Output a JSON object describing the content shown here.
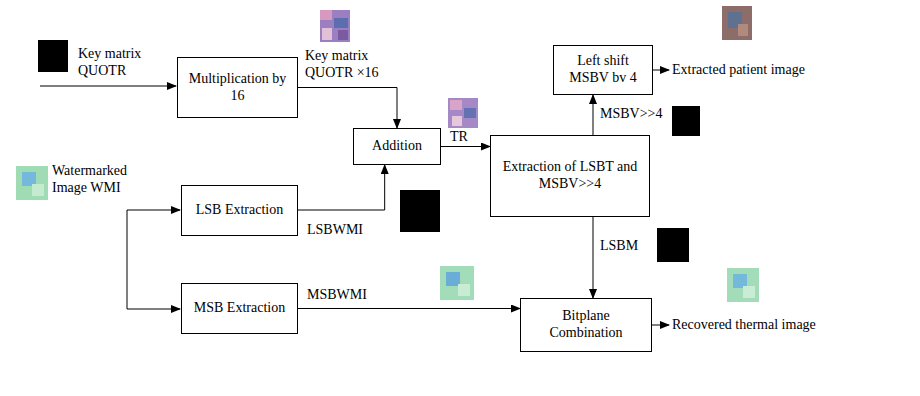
{
  "diagram": {
    "nodes": [
      {
        "text": [
          "Multiplication by 16"
        ]
      },
      {
        "text": [
          "LSB Extraction"
        ]
      },
      {
        "text": [
          "MSB Extraction"
        ]
      },
      {
        "text": [
          "Addition"
        ]
      },
      {
        "text": [
          "Extraction of LSBT and MSBV>>4"
        ]
      },
      {
        "text": [
          "Left shift MSBV bv 4"
        ]
      },
      {
        "text": [
          "Bitplane Combination"
        ]
      }
    ],
    "edges": [
      {
        "from": 0,
        "to": 3,
        "arrow": "to",
        "label": "Key matrix QUOTR ×16"
      },
      {
        "from": 1,
        "to": 3,
        "arrow": "to",
        "label": "LSBWMI"
      },
      {
        "from": 2,
        "to": 6,
        "arrow": "to",
        "label": "MSBWMI"
      },
      {
        "from": 3,
        "to": 4,
        "arrow": "to",
        "label": "TR"
      },
      {
        "from": 4,
        "to": 5,
        "arrow": "to",
        "label": "MSBV>>4"
      },
      {
        "from": 4,
        "to": 6,
        "arrow": "to",
        "label": "LSBM"
      }
    ],
    "labels": [
      "Key matrix QUOTR",
      "Watermarked Image WMI",
      "Extracted patient image",
      "Recovered thermal image"
    ]
  }
}
